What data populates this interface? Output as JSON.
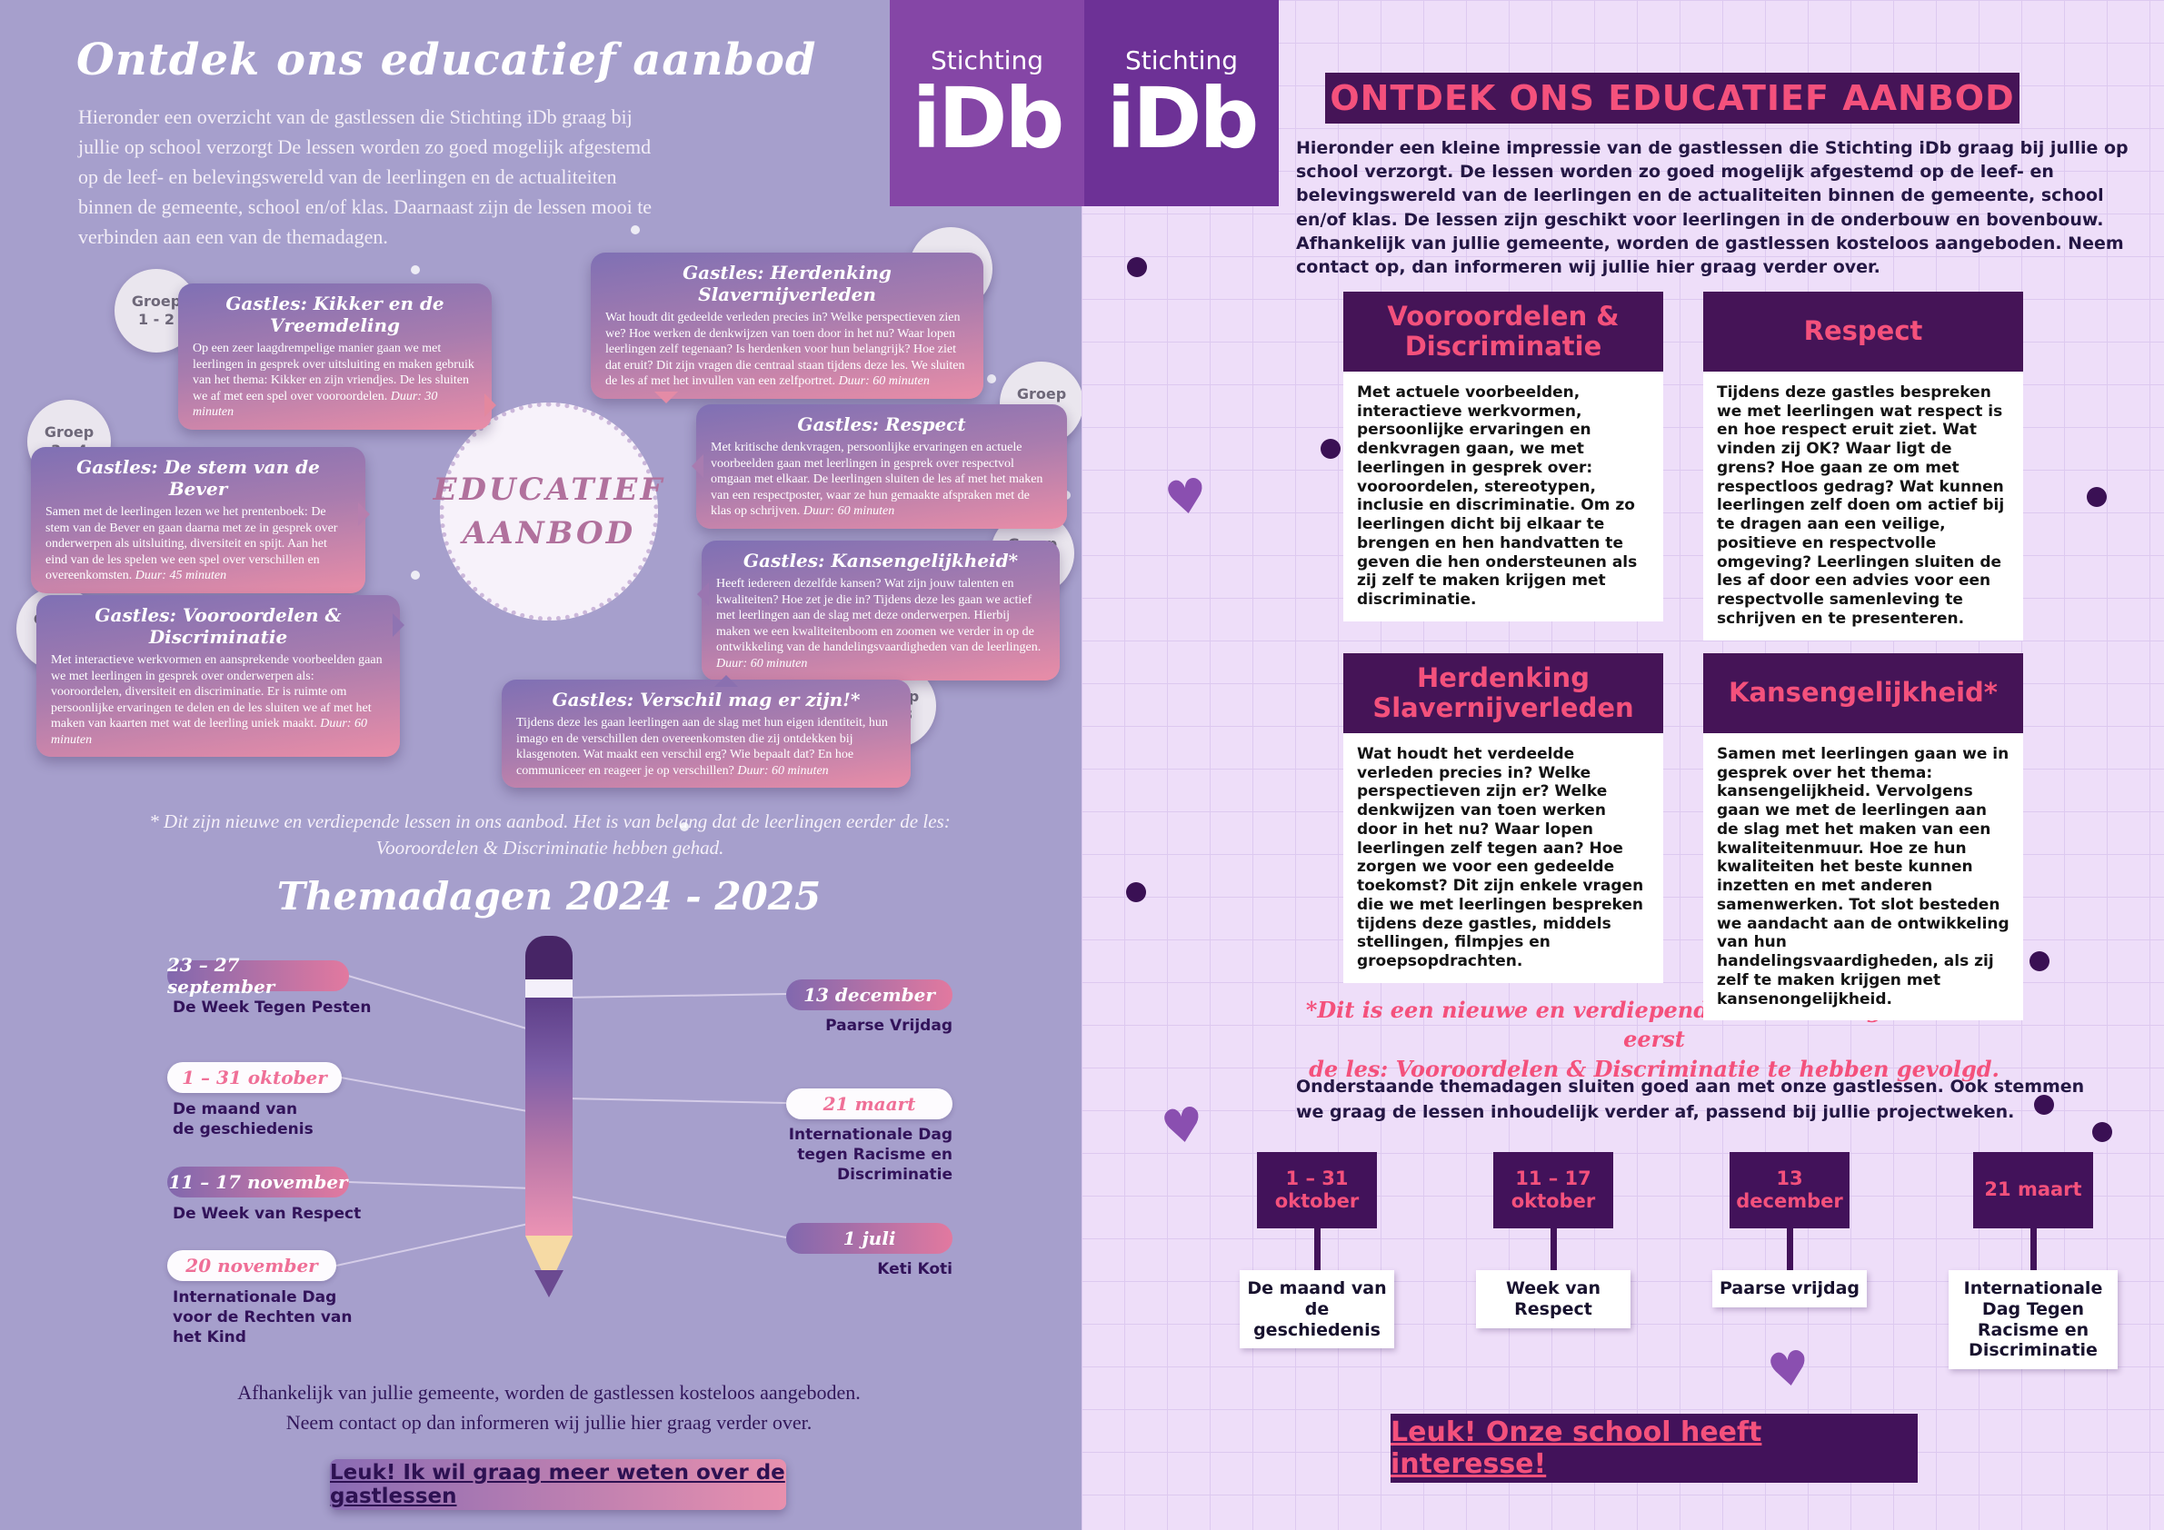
{
  "colors": {
    "left_background": "#a69fcc",
    "right_background": "#eedef9",
    "accent_pink": "#f4517c",
    "dark_purple": "#42125a",
    "logo_purple_light": "#8546a6",
    "logo_purple_dark": "#6d3196",
    "bubble_gradient_top": "#7f70b4",
    "bubble_gradient_bottom": "#e98da7"
  },
  "icons": {
    "heart": "♥"
  },
  "logo": {
    "org_small": "Stichting",
    "org_big": "iDb"
  },
  "left": {
    "title": "Ontdek ons educatief aanbod",
    "intro": "Hieronder een overzicht van de gastlessen die Stichting iDb graag bij jullie op school verzorgt De lessen worden zo goed mogelijk afgestemd op de leef- en belevingswereld van de leerlingen en de actualiteiten binnen de gemeente, school en/of klas. Daarnaast zijn de lessen mooi te verbinden aan een van de themadagen.",
    "circle_line1": "EDUCATIEF",
    "circle_line2": "AANBOD",
    "bubbles": [
      {
        "group": "Groep\n1 - 2",
        "title": "Gastles: Kikker en de Vreemdeling",
        "body": "Op een zeer laagdrempelige manier gaan we met leerlingen in gesprek over uitsluiting en maken gebruik van het thema: Kikker en zijn vriendjes. De les sluiten we af met een spel over vooroordelen.",
        "duration": "Duur: 30 minuten"
      },
      {
        "group": "Groep\n3 - 4",
        "title": "Gastles: De stem van de Bever",
        "body": "Samen met de leerlingen lezen we het prentenboek: De stem van de Bever en gaan daarna met ze in gesprek over onderwerpen als uitsluiting, diversiteit en spijt. Aan het eind van de les spelen we een spel over verschillen en overeenkomsten.",
        "duration": "Duur: 45 minuten"
      },
      {
        "group": "Groep\n5 - 8",
        "title": "Gastles: Vooroordelen & Discriminatie",
        "body": "Met interactieve werkvormen en aansprekende voorbeelden gaan we met leerlingen in gesprek over onderwerpen als: vooroordelen, diversiteit en discriminatie. Er is ruimte om persoonlijke ervaringen te delen en de les sluiten we af met het maken van kaarten met wat de leerling uniek maakt.",
        "duration": "Duur: 60 minuten"
      },
      {
        "group": "Groep\n5 - 8",
        "title": "Gastles: Herdenking Slavernijverleden",
        "body": "Wat houdt dit gedeelde verleden precies in? Welke perspectieven zien we? Hoe werken de denkwijzen van toen door in het nu? Waar lopen leerlingen zelf tegenaan? Is herdenken voor hun belangrijk? Hoe ziet dat eruit? Dit zijn vragen die centraal staan tijdens deze les. We sluiten de les af met het invullen van een zelfportret.",
        "duration": "Duur: 60 minuten"
      },
      {
        "group": "Groep\n5 - 8",
        "title": "Gastles: Respect",
        "body": "Met kritische denkvragen, persoonlijke ervaringen en actuele voorbeelden gaan met leerlingen in gesprek over respectvol omgaan met elkaar. De leerlingen sluiten de les af met het maken van een respectposter, waar ze hun gemaakte afspraken met de klas op schrijven.",
        "duration": "Duur: 60 minuten"
      },
      {
        "group": "Groep\n5 - 8",
        "title": "Gastles: Kansengelijkheid*",
        "body": "Heeft iedereen dezelfde kansen? Wat zijn jouw talenten en kwaliteiten? Hoe zet je die in? Tijdens deze les gaan we actief met leerlingen aan de slag met deze onderwerpen. Hierbij maken we een kwaliteitenboom en zoomen we verder in op de ontwikkeling van de handelingsvaardigheden van de leerlingen.",
        "duration": "Duur: 60 minuten"
      },
      {
        "group": "Groep\n5 - 8",
        "title": "Gastles: Verschil mag er zijn!*",
        "body": "Tijdens deze les gaan leerlingen aan de slag met hun eigen identiteit, hun imago en de verschillen den overeenkomsten die zij ontdekken bij klasgenoten. Wat maakt een verschil erg? Wie bepaalt dat? En hoe communiceer en reageer je op verschillen?",
        "duration": "Duur: 60 minuten"
      }
    ],
    "footnote": "* Dit zijn nieuwe en verdiepende lessen in ons aanbod. Het is van belang dat de leerlingen eerder de les:\nVooroordelen & Discriminatie hebben gehad.",
    "themadagen_title": "Themadagen 2024 - 2025",
    "theme_left": [
      {
        "date": "23 – 27 september",
        "label": "De Week Tegen Pesten"
      },
      {
        "date": "1 – 31 oktober",
        "label": "De maand van de geschiedenis"
      },
      {
        "date": "11 – 17 november",
        "label": "De Week van Respect"
      },
      {
        "date": "20 november",
        "label": "Internationale Dag voor de Rechten van het Kind"
      }
    ],
    "theme_right": [
      {
        "date": "13 december",
        "label": "Paarse Vrijdag"
      },
      {
        "date": "21 maart",
        "label": "Internationale Dag tegen Racisme en Discriminatie"
      },
      {
        "date": "1 juli",
        "label": "Keti Koti"
      }
    ],
    "footer": "Afhankelijk van jullie gemeente, worden de gastlessen kosteloos aangeboden.\nNeem contact op dan informeren wij jullie hier graag verder over.",
    "cta": "Leuk! Ik wil graag meer weten over de gastlessen"
  },
  "right": {
    "title": "ONTDEK ONS EDUCATIEF AANBOD",
    "intro": "Hieronder een kleine impressie van de gastlessen die Stichting iDb graag bij jullie op school verzorgt. De lessen worden zo goed mogelijk afgestemd op de leef- en belevingswereld van de leerlingen en de actualiteiten binnen de gemeente, school en/of klas.  De lessen zijn geschikt voor leerlingen in de onderbouw en bovenbouw. Afhankelijk van jullie gemeente, worden de gastlessen kosteloos aangeboden.  Neem contact op, dan informeren wij jullie hier graag verder over.",
    "cards": [
      {
        "title": "Vooroordelen & Discriminatie",
        "body": "Met actuele voorbeelden, interactieve werkvormen, persoonlijke ervaringen en denkvragen gaan, we met leerlingen in gesprek over: vooroordelen, stereotypen, inclusie en discriminatie. Om zo leerlingen dicht bij elkaar te brengen en hen handvatten te geven die hen ondersteunen als zij zelf te maken krijgen met discriminatie."
      },
      {
        "title": "Respect",
        "body": "Tijdens deze gastles bespreken we met leerlingen wat respect is en hoe respect eruit ziet. Wat vinden zij OK? Waar ligt de grens? Hoe gaan ze om met respectloos gedrag? Wat kunnen leerlingen zelf doen om actief bij te dragen aan een veilige, positieve en respectvolle omgeving? Leerlingen sluiten de les af door een advies voor een respectvolle samenleving te schrijven en te presenteren."
      },
      {
        "title": "Herdenking Slavernijverleden",
        "body": "Wat houdt het verdeelde verleden precies in? Welke perspectieven zijn er? Welke denkwijzen van toen werken door in het nu? Waar lopen leerlingen zelf tegen aan? Hoe zorgen we voor een gedeelde toekomst? Dit zijn enkele vragen die we met leerlingen bespreken tijdens deze gastles, middels stellingen, filmpjes en groepsopdrachten."
      },
      {
        "title": "Kansengelijkheid*",
        "body": "Samen met leerlingen gaan we in gesprek over het thema: kansengelijkheid. Vervolgens gaan we met de leerlingen aan de slag met het maken van een kwaliteitenmuur. Hoe ze hun kwaliteiten het beste kunnen inzetten en met anderen samenwerken. Tot slot besteden we aandacht aan de ontwikkeling van hun handelingsvaardigheden, als zij zelf te maken krijgen met kansenongelijkheid."
      }
    ],
    "footnote": "*Dit is een nieuwe en verdiepende les. Leerlingen dienen eerst\nde les: Vooroordelen & Discriminatie te hebben gevolgd.",
    "theme_intro": "Onderstaande themadagen sluiten goed aan met onze gastlessen. Ook stemmen we graag de lessen inhoudelijk verder af, passend bij jullie projectweken.",
    "flags": [
      {
        "date": "1 – 31\noktober",
        "label": "De maand van de geschiedenis"
      },
      {
        "date": "11 – 17\noktober",
        "label": "Week van Respect"
      },
      {
        "date": "13\ndecember",
        "label": "Paarse vrijdag"
      },
      {
        "date": "21 maart",
        "label": "Internationale Dag Tegen Racisme en Discriminatie"
      }
    ],
    "cta": "Leuk! Onze school heeft interesse!"
  }
}
